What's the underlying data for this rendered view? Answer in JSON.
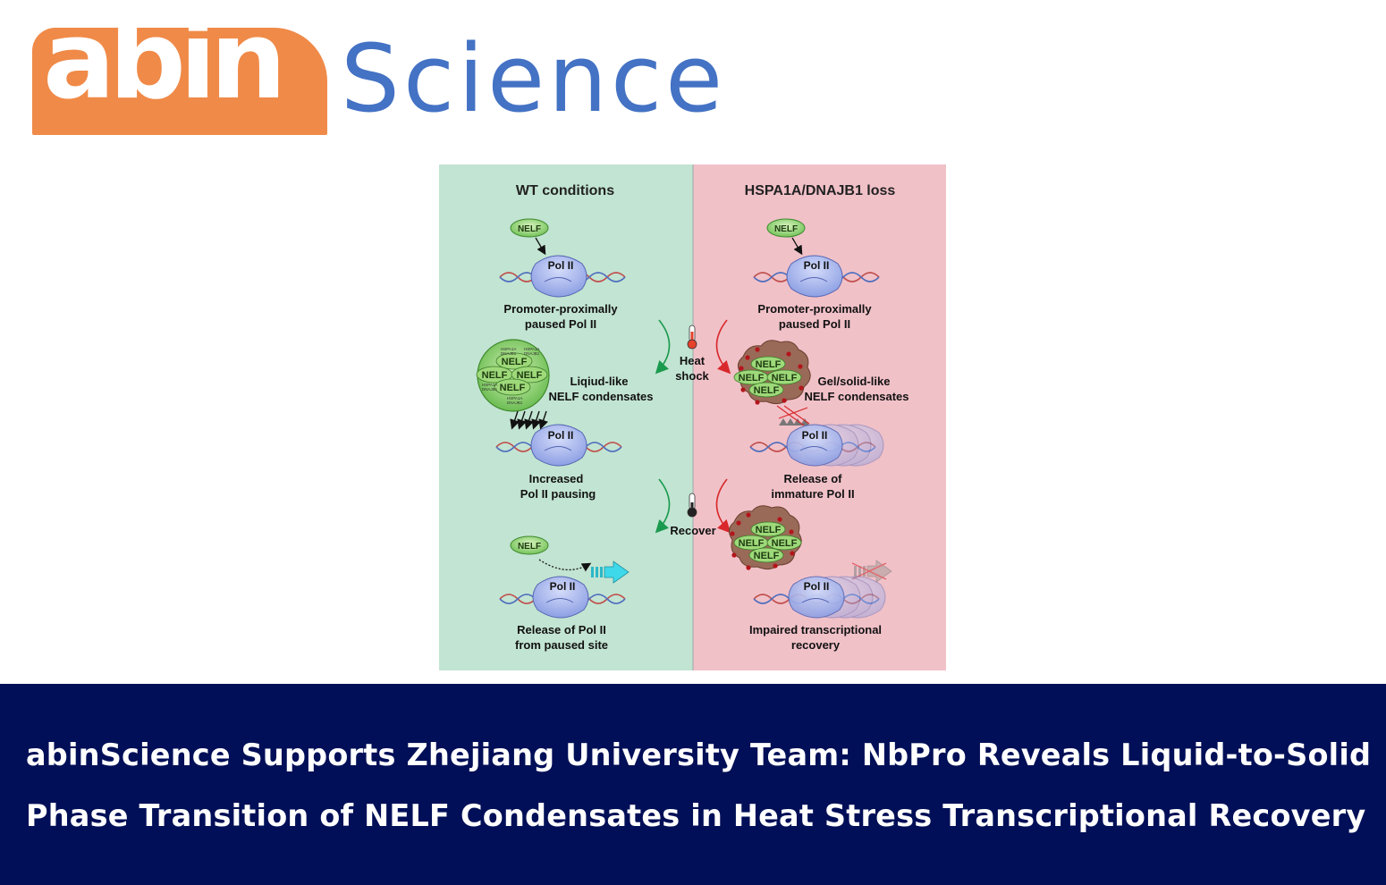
{
  "logo": {
    "mark_text": "abin",
    "word_text": "Science",
    "colors": {
      "mark_bg": "#f08a48",
      "word": "#4472c4"
    }
  },
  "figure": {
    "colors": {
      "wt_bg": "#c2e4d2",
      "loss_bg": "#f1c1c8",
      "pol_fill": "#a9b8ec",
      "nelf_fill": "#8fd16b",
      "hot": "#d8282b",
      "recover": "#1a9a4e",
      "banner": "#000f57"
    },
    "wt": {
      "title": "WT conditions",
      "nelf_label": "NELF",
      "pol_label": "Pol II",
      "step1_line1": "Promoter-proximally",
      "step1_line2": "paused Pol II",
      "condensate_line1": "Liqiud-like",
      "condensate_line2": "NELF condensates",
      "step2_line1": "Increased",
      "step2_line2": "Pol II pausing",
      "step3_line1": "Release of Pol II",
      "step3_line2": "from paused site",
      "hspa_label": "HSPA1A",
      "dnaj_label": "DNAJB1"
    },
    "loss": {
      "title": "HSPA1A/DNAJB1 loss",
      "nelf_label": "NELF",
      "pol_label": "Pol II",
      "step1_line1": "Promoter-proximally",
      "step1_line2": "paused Pol II",
      "condensate_line1": "Gel/solid-like",
      "condensate_line2": "NELF condensates",
      "step2_line1": "Release of",
      "step2_line2": "immature Pol II",
      "step3_line1": "Impaired transcriptional",
      "step3_line2": "recovery"
    },
    "middle": {
      "heat_line1": "Heat",
      "heat_line2": "shock",
      "recover_label": "Recover"
    }
  },
  "banner": {
    "line1": "abinScience Supports Zhejiang University Team: NbPro Reveals Liquid-to-Solid",
    "line2": "Phase Transition of NELF Condensates in Heat Stress Transcriptional Recovery"
  }
}
